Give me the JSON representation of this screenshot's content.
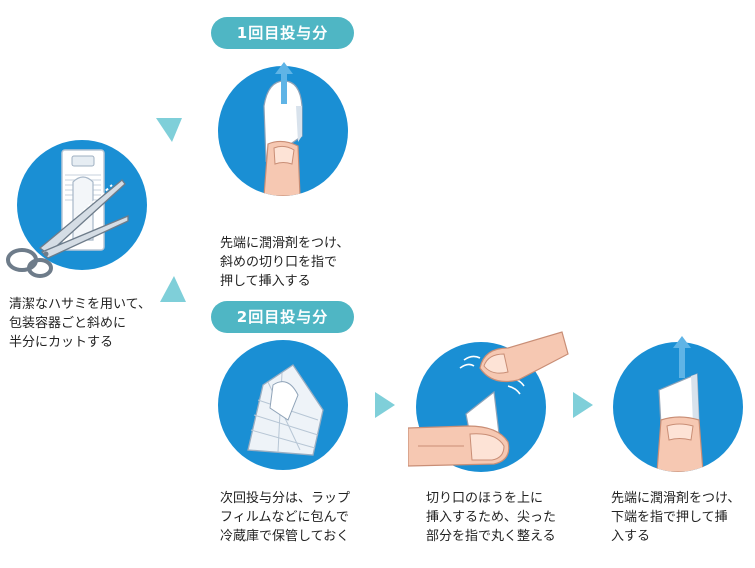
{
  "headers": {
    "first_dose": "1回目投与分",
    "second_dose": "2回目投与分"
  },
  "captions": {
    "step_cut": "清潔なハサミを用いて、\n包装容器ごと斜めに\n半分にカットする",
    "step_first_insert": "先端に潤滑剤をつけ、\n斜めの切り口を指で\n押して挿入する",
    "step_store": "次回投与分は、ラップ\nフィルムなどに包んで\n冷蔵庫で保管しておく",
    "step_round": "切り口のほうを上に\n挿入するため、尖った\n部分を指で丸く整える",
    "step_second_insert": "先端に潤滑剤をつけ、\n下端を指で押して挿\n入する"
  },
  "icons": {
    "scissors": "scissors-icon",
    "arrow_up": "arrow-up-icon",
    "arrow_right": "arrow-right-icon"
  },
  "colors": {
    "circle_blue": "#1a8fd4",
    "pill_teal": "#4fb6c4",
    "arrow_teal": "#7fcfd9",
    "skin": "#f6c8b2"
  }
}
